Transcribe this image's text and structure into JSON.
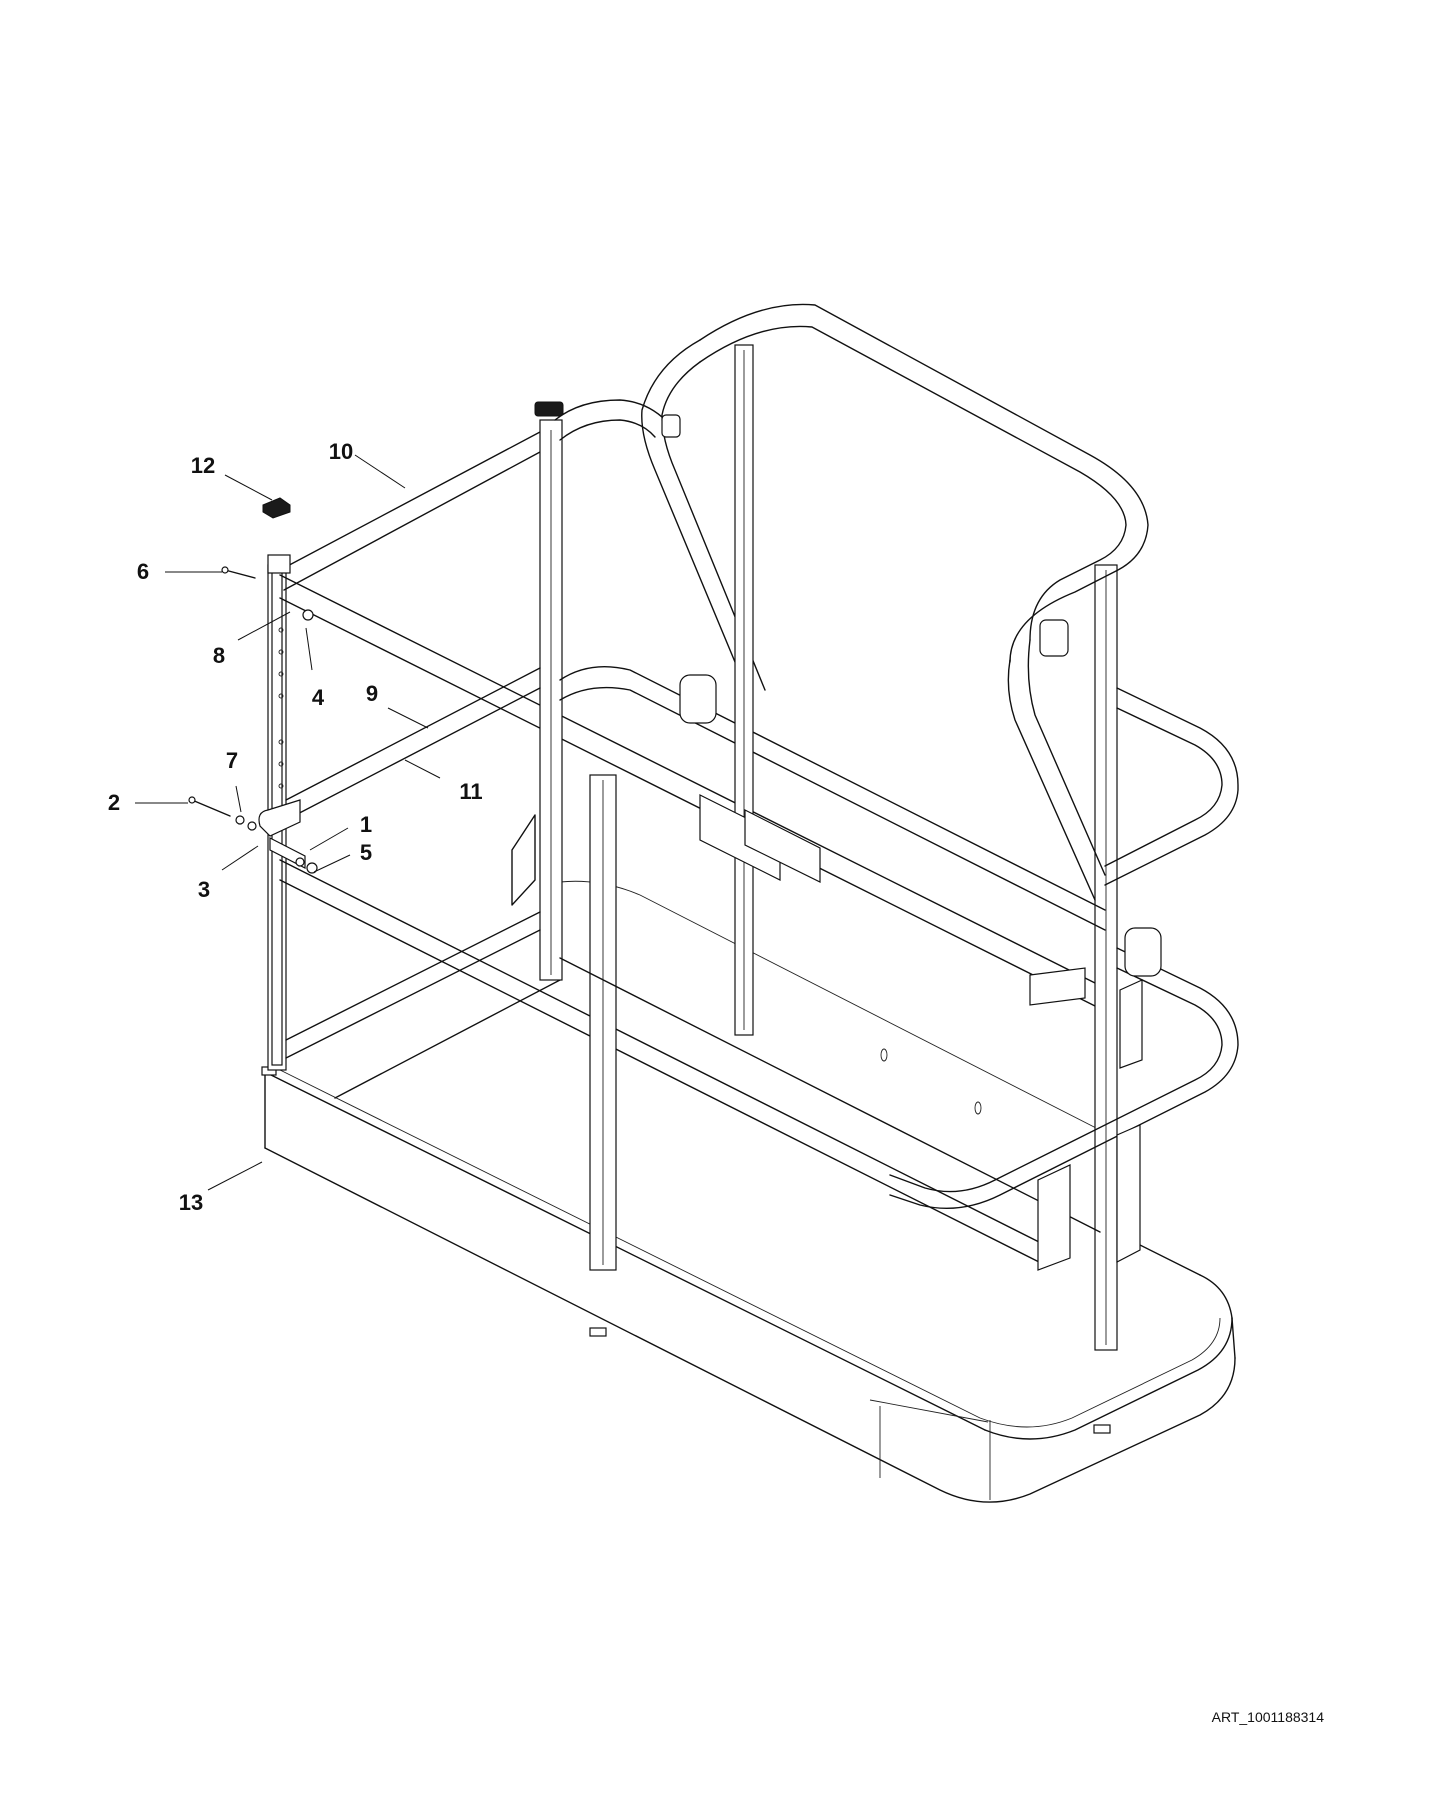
{
  "diagram": {
    "callouts": [
      {
        "id": "c1",
        "label": "1"
      },
      {
        "id": "c2",
        "label": "2"
      },
      {
        "id": "c3",
        "label": "3"
      },
      {
        "id": "c4",
        "label": "4"
      },
      {
        "id": "c5",
        "label": "5"
      },
      {
        "id": "c6",
        "label": "6"
      },
      {
        "id": "c7",
        "label": "7"
      },
      {
        "id": "c8",
        "label": "8"
      },
      {
        "id": "c9",
        "label": "9"
      },
      {
        "id": "c10",
        "label": "10"
      },
      {
        "id": "c11",
        "label": "11"
      },
      {
        "id": "c12",
        "label": "12"
      },
      {
        "id": "c13",
        "label": "13"
      }
    ],
    "art_code": "ART_1001188314"
  }
}
